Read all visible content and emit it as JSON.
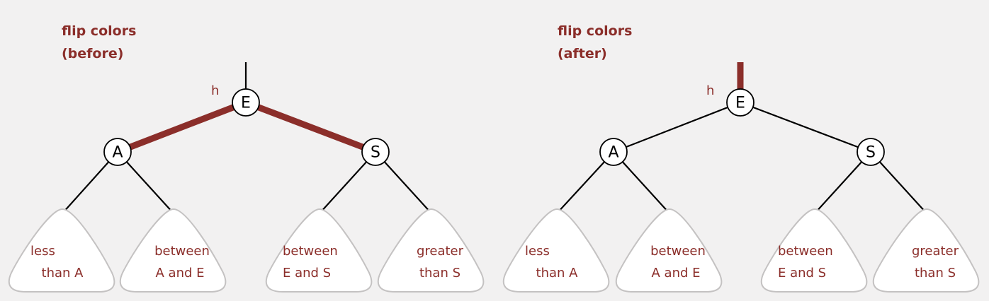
{
  "colors": {
    "accent": "#8b2e2a",
    "background": "#f2f1f1",
    "subtree_border": "#c4c2c2"
  },
  "panels": [
    {
      "title_line1": "flip colors",
      "title_line2": "(before)",
      "h_label": "h",
      "root": "E",
      "left": "A",
      "right": "S",
      "red_links": [
        "E-A",
        "E-S"
      ],
      "subtrees": [
        {
          "line1": "less",
          "line2": "than A"
        },
        {
          "line1": "between",
          "line2": "A and E"
        },
        {
          "line1": "between",
          "line2": "E and S"
        },
        {
          "line1": "greater",
          "line2": "than S"
        }
      ]
    },
    {
      "title_line1": "flip colors",
      "title_line2": "(after)",
      "h_label": "h",
      "root": "E",
      "left": "A",
      "right": "S",
      "red_links": [
        "parent-E"
      ],
      "subtrees": [
        {
          "line1": "less",
          "line2": "than A"
        },
        {
          "line1": "between",
          "line2": "A and E"
        },
        {
          "line1": "between",
          "line2": "E and S"
        },
        {
          "line1": "greater",
          "line2": "than S"
        }
      ]
    }
  ]
}
